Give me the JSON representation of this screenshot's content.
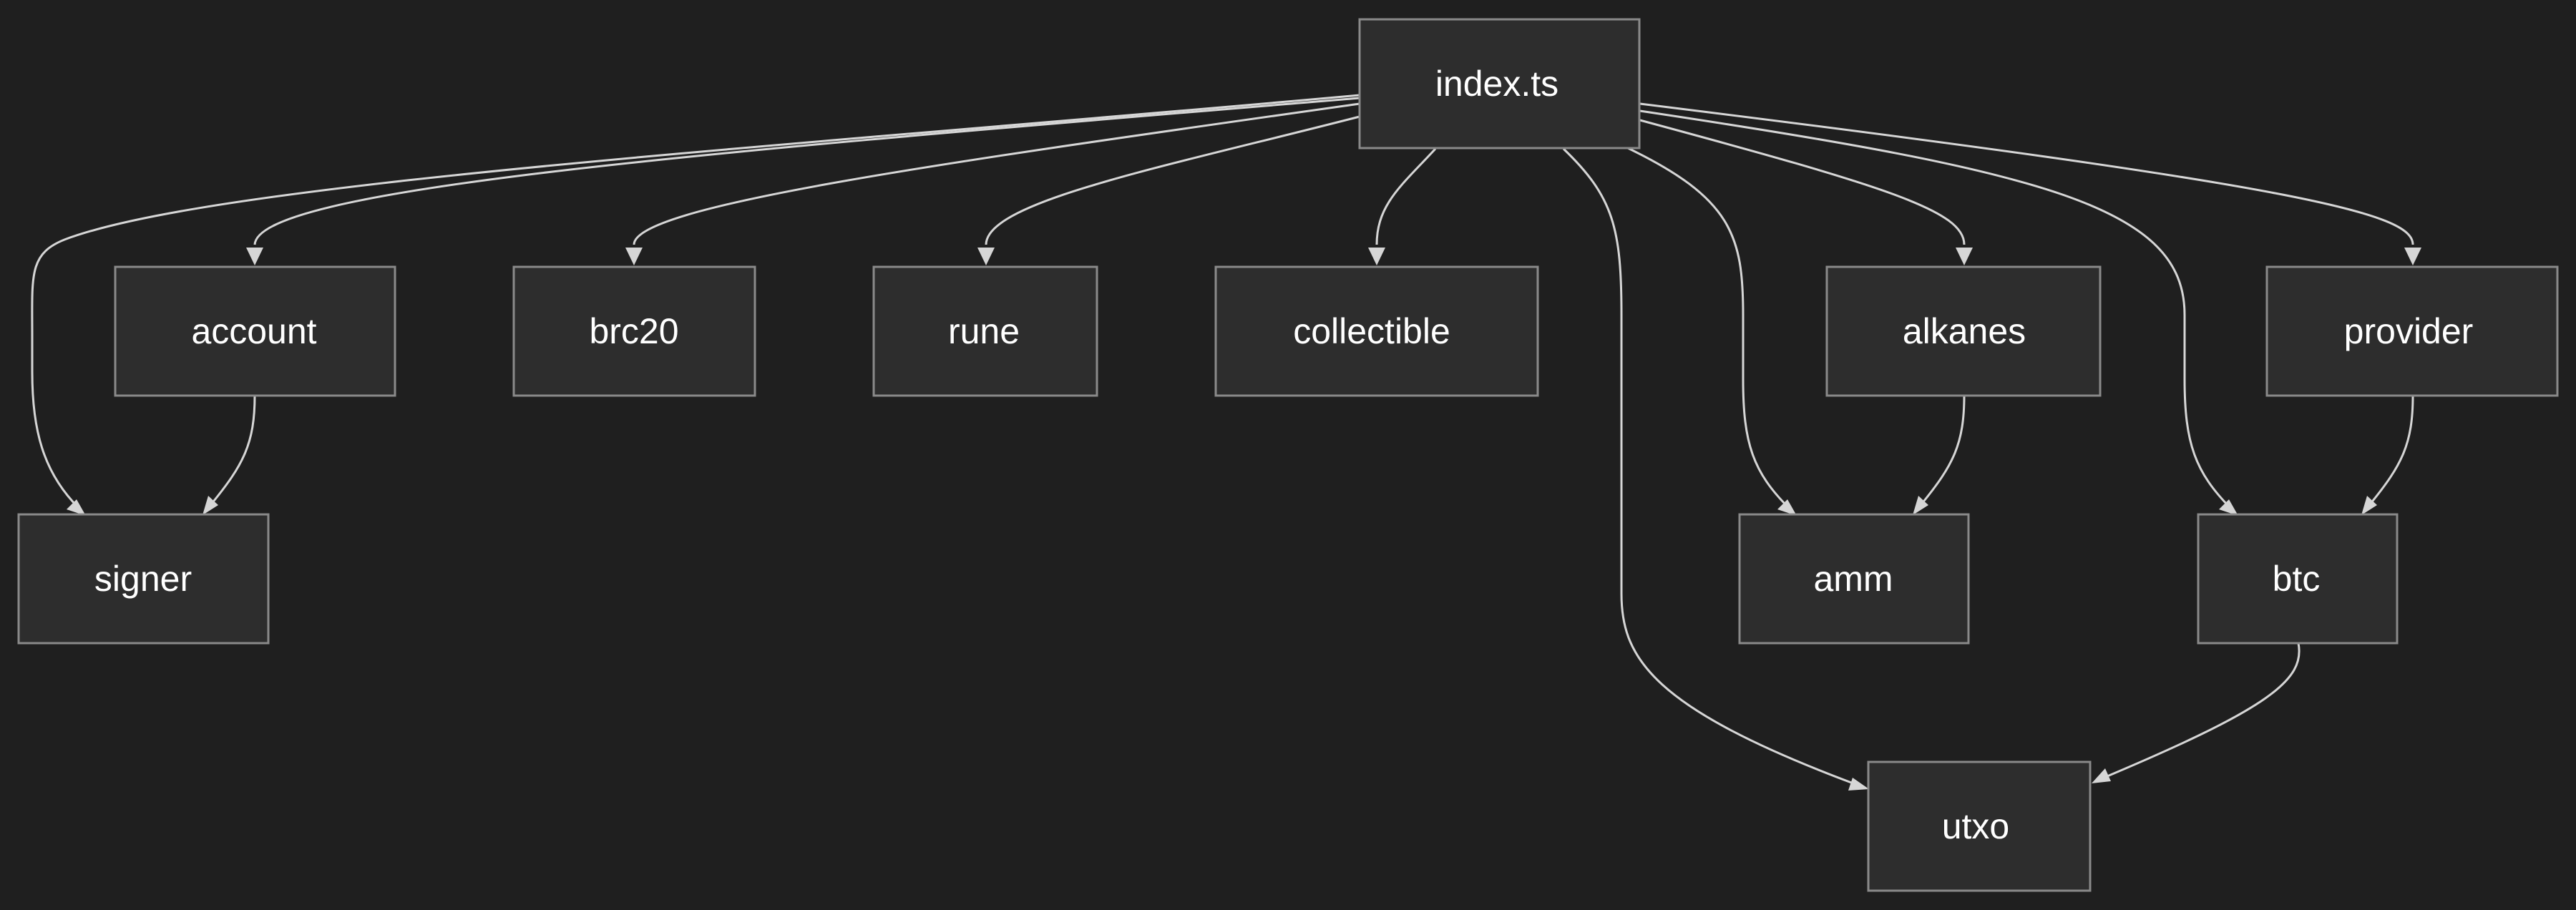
{
  "diagram": {
    "type": "flowchart",
    "direction": "top-down",
    "nodes": {
      "index": "index.ts",
      "account": "account",
      "brc20": "brc20",
      "rune": "rune",
      "collectible": "collectible",
      "alkanes": "alkanes",
      "provider": "provider",
      "signer": "signer",
      "amm": "amm",
      "btc": "btc",
      "utxo": "utxo"
    },
    "edges": [
      {
        "from": "index.ts",
        "to": "signer"
      },
      {
        "from": "index.ts",
        "to": "account"
      },
      {
        "from": "index.ts",
        "to": "brc20"
      },
      {
        "from": "index.ts",
        "to": "rune"
      },
      {
        "from": "index.ts",
        "to": "collectible"
      },
      {
        "from": "index.ts",
        "to": "utxo"
      },
      {
        "from": "index.ts",
        "to": "amm"
      },
      {
        "from": "index.ts",
        "to": "alkanes"
      },
      {
        "from": "index.ts",
        "to": "btc"
      },
      {
        "from": "index.ts",
        "to": "provider"
      },
      {
        "from": "account",
        "to": "signer"
      },
      {
        "from": "alkanes",
        "to": "amm"
      },
      {
        "from": "provider",
        "to": "btc"
      },
      {
        "from": "btc",
        "to": "utxo"
      }
    ]
  }
}
